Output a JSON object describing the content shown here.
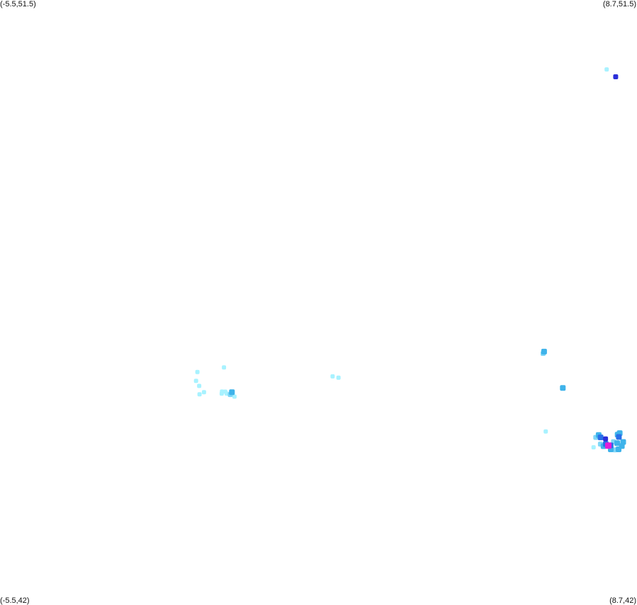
{
  "labels": {
    "top_left": "(-5.5,51.5)",
    "top_right": "(8.7,51.5)",
    "bottom_left": "(-5.5,42)",
    "bottom_right": "(8.7,42)"
  },
  "bounds": {
    "lon_min": -5.5,
    "lon_max": 8.7,
    "lat_min": 42,
    "lat_max": 51.5
  },
  "colors": {
    "background": "#ffffff",
    "level_1": "#a8f2ff",
    "level_2": "#7fd6f7",
    "level_3": "#3fb3ea",
    "level_4": "#2a6fe8",
    "level_5": "#2b2fd9",
    "level_6": "#e21ed8"
  },
  "points": [
    {
      "lon": 8.024,
      "lat": 50.406,
      "level": 1
    },
    {
      "lon": 8.224,
      "lat": 50.29,
      "level": 5
    },
    {
      "lon": 6.63,
      "lat": 45.959,
      "level": 3
    },
    {
      "lon": 6.607,
      "lat": 45.93,
      "level": 2
    },
    {
      "lon": 7.046,
      "lat": 45.386,
      "level": 3
    },
    {
      "lon": 6.666,
      "lat": 44.702,
      "level": 1
    },
    {
      "lon": -1.1,
      "lat": 45.637,
      "level": 1
    },
    {
      "lon": -1.13,
      "lat": 45.499,
      "level": 1
    },
    {
      "lon": -1.06,
      "lat": 45.419,
      "level": 1
    },
    {
      "lon": -0.952,
      "lat": 45.32,
      "level": 1
    },
    {
      "lon": -1.052,
      "lat": 45.287,
      "level": 1
    },
    {
      "lon": -0.507,
      "lat": 45.711,
      "level": 1
    },
    {
      "lon": -0.552,
      "lat": 45.33,
      "level": 1
    },
    {
      "lon": -0.478,
      "lat": 45.328,
      "level": 1
    },
    {
      "lon": -0.446,
      "lat": 45.297,
      "level": 1
    },
    {
      "lon": -0.367,
      "lat": 45.283,
      "level": 2
    },
    {
      "lon": -0.33,
      "lat": 45.319,
      "level": 3
    },
    {
      "lon": -0.274,
      "lat": 45.25,
      "level": 1
    },
    {
      "lon": -0.557,
      "lat": 45.297,
      "level": 1
    },
    {
      "lon": 1.915,
      "lat": 45.569,
      "level": 1
    },
    {
      "lon": 2.045,
      "lat": 45.549,
      "level": 1
    },
    {
      "lon": 7.78,
      "lat": 44.608,
      "level": 2
    },
    {
      "lon": 7.845,
      "lat": 44.645,
      "level": 3
    },
    {
      "lon": 7.888,
      "lat": 44.608,
      "level": 4
    },
    {
      "lon": 7.998,
      "lat": 44.585,
      "level": 5
    },
    {
      "lon": 8.06,
      "lat": 44.478,
      "level": 6
    },
    {
      "lon": 8.005,
      "lat": 44.503,
      "level": 4
    },
    {
      "lon": 8.112,
      "lat": 44.482,
      "level": 4
    },
    {
      "lon": 7.955,
      "lat": 44.47,
      "level": 3
    },
    {
      "lon": 7.885,
      "lat": 44.502,
      "level": 2
    },
    {
      "lon": 7.731,
      "lat": 44.452,
      "level": 1
    },
    {
      "lon": 8.175,
      "lat": 44.54,
      "level": 2
    },
    {
      "lon": 8.258,
      "lat": 44.517,
      "level": 3
    },
    {
      "lon": 8.296,
      "lat": 44.615,
      "level": 4
    },
    {
      "lon": 8.315,
      "lat": 44.675,
      "level": 3
    },
    {
      "lon": 8.268,
      "lat": 44.651,
      "level": 3
    },
    {
      "lon": 8.392,
      "lat": 44.536,
      "level": 3
    },
    {
      "lon": 8.362,
      "lat": 44.471,
      "level": 3
    },
    {
      "lon": 8.289,
      "lat": 44.42,
      "level": 3
    },
    {
      "lon": 8.204,
      "lat": 44.412,
      "level": 2
    },
    {
      "lon": 8.115,
      "lat": 44.42,
      "level": 3
    }
  ]
}
